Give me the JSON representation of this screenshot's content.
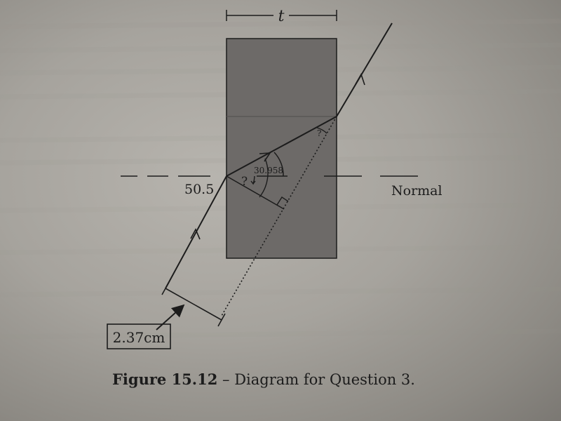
{
  "diagram": {
    "thickness_label": "t",
    "incident_angle_label": "50.5",
    "refracted_angle_label": "30.958",
    "unknown_angle_label": "?",
    "exit_angle_label": "?",
    "normal_label": "Normal",
    "displacement_label": "2.37cm"
  },
  "caption": {
    "figure": "Figure 15.12",
    "text": " – Diagram for Question 3."
  },
  "colors": {
    "block": "#6d6a68",
    "ink": "#1c1c1c",
    "background": "#a6a39d"
  }
}
